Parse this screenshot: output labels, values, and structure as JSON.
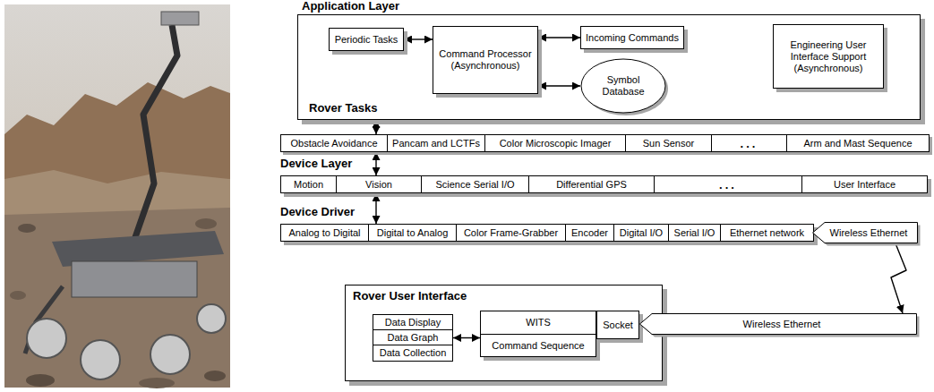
{
  "diagram": {
    "nodes": [
      {
        "text": [
          "Application Layer",
          "Rover Tasks"
        ]
      },
      {
        "text": [
          "Periodic Tasks"
        ],
        "in": 0
      },
      {
        "text": [
          "Command Processor (Asynchronous)"
        ],
        "in": 0
      },
      {
        "text": [
          "Incoming Commands"
        ],
        "in": 0
      },
      {
        "text": [
          "Symbol Database"
        ],
        "in": 0
      },
      {
        "text": [
          "Engineering User Interface Support (Asynchronous)"
        ],
        "in": 0
      },
      {
        "text": [
          "Obstacle Avoidance"
        ]
      },
      {
        "text": [
          "Pancam and LCTFs"
        ]
      },
      {
        "text": [
          "Color Microscopic Imager"
        ]
      },
      {
        "text": [
          "Sun Sensor"
        ]
      },
      {
        "text": [
          "..."
        ]
      },
      {
        "text": [
          "Arm and Mast Sequence"
        ]
      },
      {
        "text": [
          "Device Layer"
        ]
      },
      {
        "text": [
          "Motion"
        ],
        "in": 12
      },
      {
        "text": [
          "Vision"
        ],
        "in": 12
      },
      {
        "text": [
          "Science Serial I/O"
        ],
        "in": 12
      },
      {
        "text": [
          "Differential GPS"
        ],
        "in": 12
      },
      {
        "text": [
          "..."
        ],
        "in": 12
      },
      {
        "text": [
          "User Interface"
        ],
        "in": 12
      },
      {
        "text": [
          "Device Driver"
        ]
      },
      {
        "text": [
          "Analog to Digital"
        ],
        "in": 19
      },
      {
        "text": [
          "Digital to Analog"
        ],
        "in": 19
      },
      {
        "text": [
          "Color Frame-Grabber"
        ],
        "in": 19
      },
      {
        "text": [
          "Encoder"
        ],
        "in": 19
      },
      {
        "text": [
          "Digital I/O"
        ],
        "in": 19
      },
      {
        "text": [
          "Serial I/O"
        ],
        "in": 19
      },
      {
        "text": [
          "Ethernet network"
        ],
        "in": 19
      },
      {
        "text": [
          "Wireless Ethernet"
        ],
        "in": 19
      },
      {
        "text": [
          "Rover User Interface"
        ]
      },
      {
        "text": [
          "Data Display"
        ],
        "in": 28
      },
      {
        "text": [
          "Data Graph"
        ],
        "in": 28
      },
      {
        "text": [
          "Data Collection"
        ],
        "in": 28
      },
      {
        "text": [
          "WITS"
        ],
        "in": 28
      },
      {
        "text": [
          "Command Sequence"
        ],
        "in": 32
      },
      {
        "text": [
          "Socket"
        ],
        "in": 28
      },
      {
        "text": [
          "Wireless Ethernet"
        ]
      }
    ],
    "edges": [
      {
        "from": 1,
        "to": 2,
        "arrow": "both"
      },
      {
        "from": 2,
        "to": 3,
        "arrow": "both"
      },
      {
        "from": 2,
        "to": 4,
        "arrow": "both"
      },
      {
        "from": 0,
        "to": 6,
        "arrow": "both"
      },
      {
        "from": 6,
        "to": 12,
        "arrow": "both"
      },
      {
        "from": 12,
        "to": 19,
        "arrow": "both"
      },
      {
        "from": 27,
        "to": 35,
        "arrow": "to"
      },
      {
        "from": 30,
        "to": 32,
        "arrow": "both"
      }
    ]
  }
}
